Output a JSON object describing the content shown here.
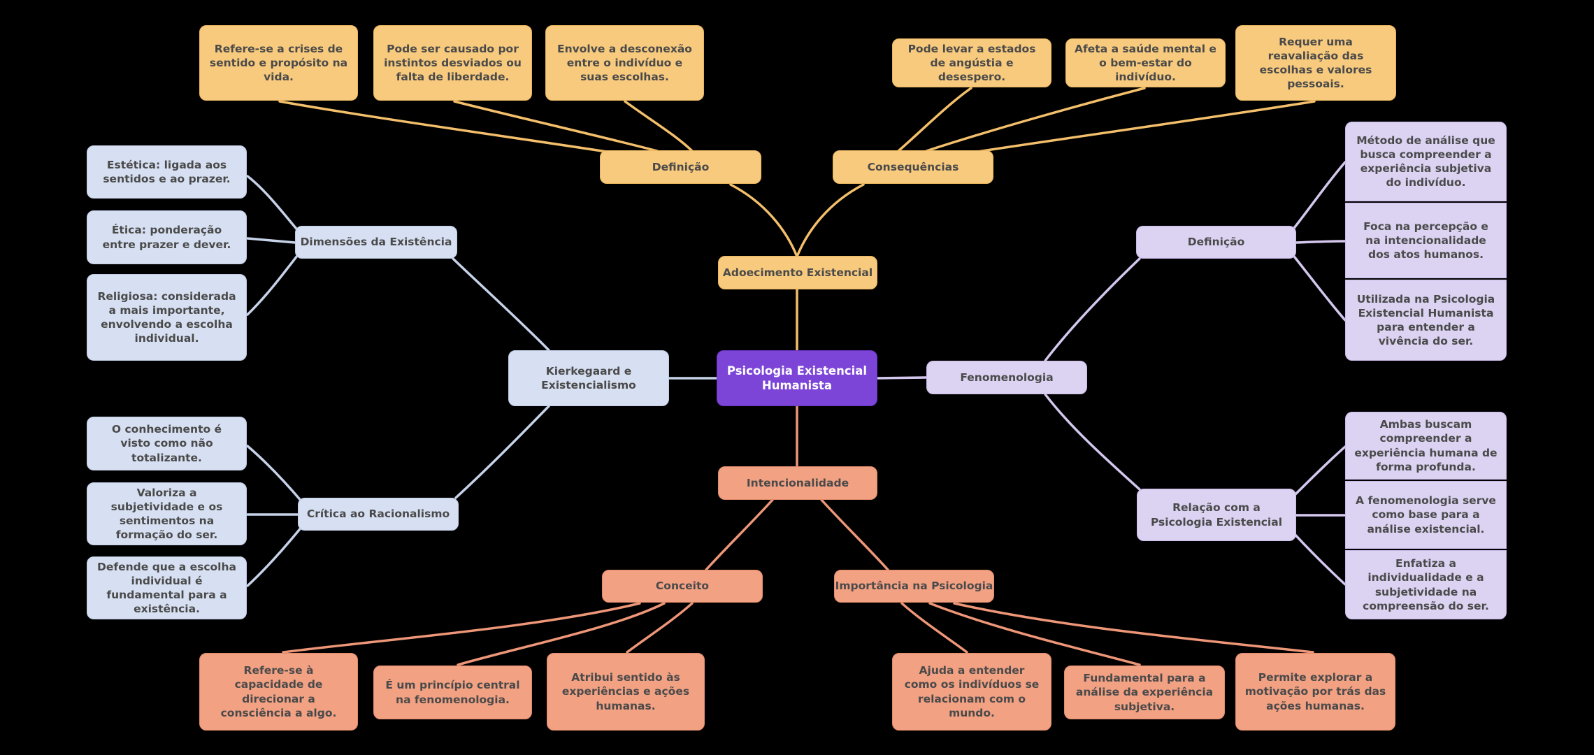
{
  "root": "Psicologia Existencial Humanista",
  "adoecimento": {
    "label": "Adoecimento Existencial",
    "definicao": {
      "label": "Definição",
      "items": [
        "Refere-se a crises de sentido e propósito na vida.",
        "Pode ser causado por instintos desviados ou falta de liberdade.",
        "Envolve a desconexão entre o indivíduo e suas escolhas."
      ]
    },
    "consequencias": {
      "label": "Consequências",
      "items": [
        "Pode levar a estados de angústia e desespero.",
        "Afeta a saúde mental e o bem-estar do indivíduo.",
        "Requer uma reavaliação das escolhas e valores pessoais."
      ]
    }
  },
  "kierkegaard": {
    "label": "Kierkegaard e Existencialismo",
    "dimensoes": {
      "label": "Dimensões da Existência",
      "items": [
        "Estética: ligada aos sentidos e ao prazer.",
        "Ética: ponderação entre prazer e dever.",
        "Religiosa: considerada a mais importante, envolvendo a escolha individual."
      ]
    },
    "critica": {
      "label": "Crítica ao Racionalismo",
      "items": [
        "O conhecimento é visto como não totalizante.",
        "Valoriza a subjetividade e os sentimentos na formação do ser.",
        "Defende que a escolha individual é fundamental para a existência."
      ]
    }
  },
  "fenomenologia": {
    "label": "Fenomenologia",
    "definicao": {
      "label": "Definição",
      "items": [
        "Método de análise que busca compreender a experiência subjetiva do indivíduo.",
        "Foca na percepção e na intencionalidade dos atos humanos.",
        "Utilizada na Psicologia Existencial Humanista para entender a vivência do ser."
      ]
    },
    "relacao": {
      "label": "Relação com a Psicologia Existencial",
      "items": [
        "Ambas buscam compreender a experiência humana de forma profunda.",
        "A fenomenologia serve como base para a análise existencial.",
        "Enfatiza a individualidade e a subjetividade na compreensão do ser."
      ]
    }
  },
  "intencionalidade": {
    "label": "Intencionalidade",
    "conceito": {
      "label": "Conceito",
      "items": [
        "Refere-se à capacidade de direcionar a consciência a algo.",
        "É um princípio central na fenomenologia.",
        "Atribui sentido às experiências e ações humanas."
      ]
    },
    "importancia": {
      "label": "Importância na Psicologia",
      "items": [
        "Ajuda a entender como os indivíduos se relacionam com o mundo.",
        "Fundamental para a análise da experiência subjetiva.",
        "Permite explorar a motivação por trás das ações humanas."
      ]
    }
  },
  "colors": {
    "background": "#000000",
    "center": "#7c45d8",
    "adoecimento_branch": "#f8ca7d",
    "kierkegaard_branch": "#d7e0f2",
    "fenomenologia_branch": "#dcd2f2",
    "intencionalidade_branch": "#f2a183"
  }
}
